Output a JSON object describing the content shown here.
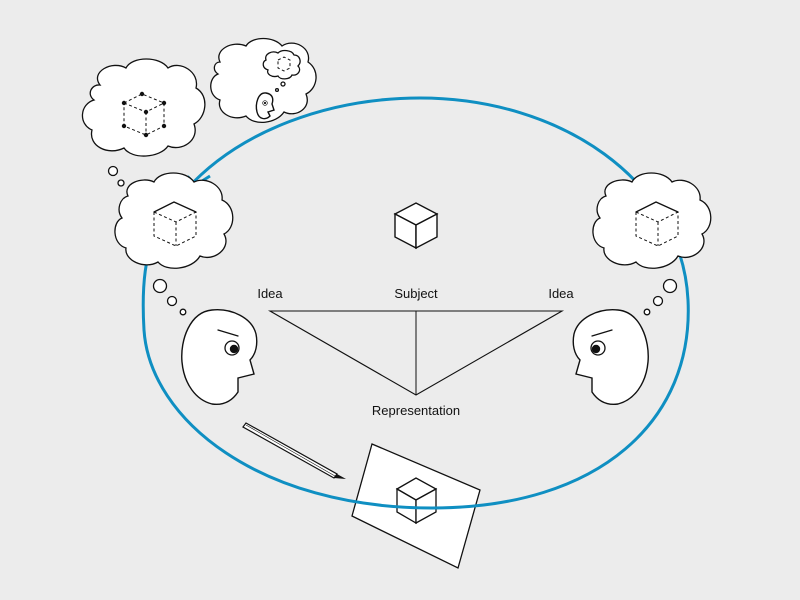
{
  "diagram": {
    "labels": {
      "idea_left": "Idea",
      "subject": "Subject",
      "idea_right": "Idea",
      "representation": "Representation"
    },
    "colors": {
      "background": "#ececec",
      "cycle_arrow": "#0f8fc2",
      "ink": "#111111",
      "paper": "#ffffff"
    },
    "icons": [
      "cube-icon",
      "thought-cloud-icon",
      "face-icon",
      "pencil-icon",
      "paper-sheet-icon"
    ]
  }
}
